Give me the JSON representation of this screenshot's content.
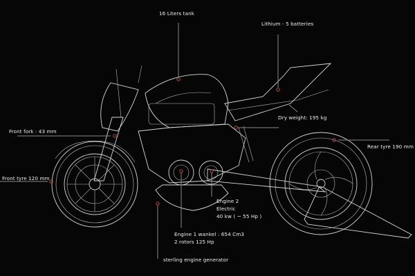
{
  "diagram": {
    "subject": "Motorcycle technical line drawing with specification callouts",
    "accent_color": "#c04a4a",
    "background_color": "#060606",
    "labels": {
      "tank": "16 Liters tank",
      "batteries": "Lithium - 5 batteries",
      "dry_weight": "Dry weight: 195 kg",
      "front_fork": "Front fork : 43 mm",
      "rear_tyre": "Rear tyre 190 mm",
      "front_tyre": "Front tyre 120 mm",
      "engine2_line1": "Engine 2",
      "engine2_line2": "Electric",
      "engine2_line3": "40 kw ( ~ 55 Hp )",
      "engine1_line1": "Engine 1 wankel :   654 Cm3",
      "engine1_line2": "2 rotors 125 Hp",
      "generator": "sterling engine generator"
    }
  }
}
